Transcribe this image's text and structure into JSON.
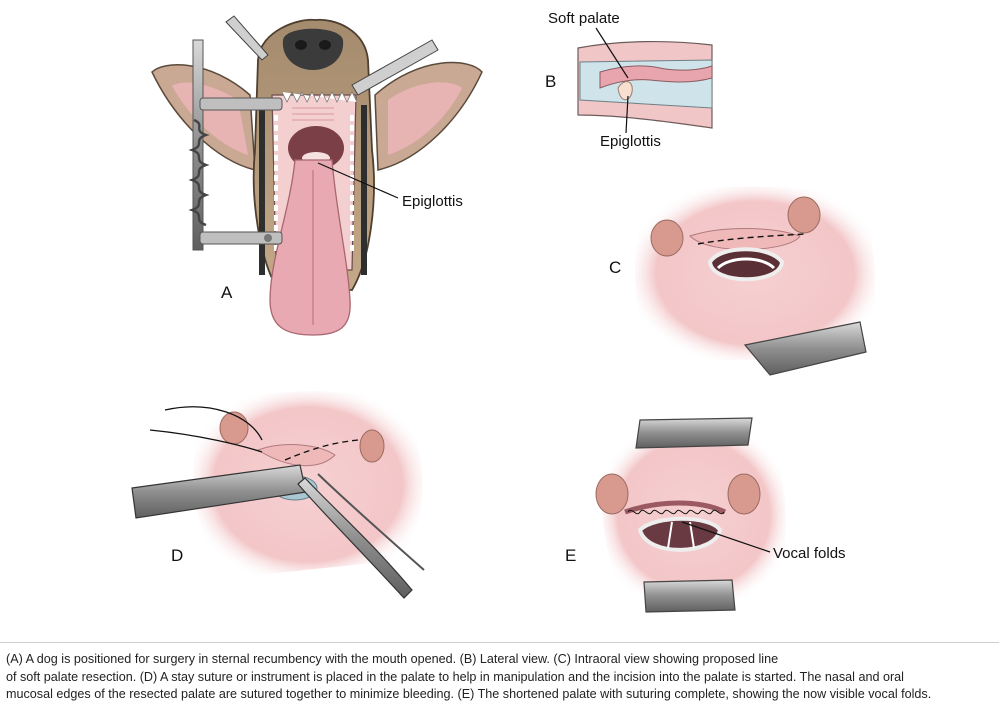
{
  "panels": {
    "a": {
      "letter": "A",
      "callout": "Epiglottis"
    },
    "b": {
      "letter": "B",
      "callout_top": "Soft palate",
      "callout_bottom": "Epiglottis"
    },
    "c": {
      "letter": "C"
    },
    "d": {
      "letter": "D"
    },
    "e": {
      "letter": "E",
      "callout": "Vocal folds"
    }
  },
  "caption": {
    "line1": "(A) A dog is positioned for surgery in sternal recumbency with the mouth opened. (B) Lateral view. (C) Intraoral view showing proposed line",
    "line2": "of soft palate resection. (D) A stay suture or instrument is placed in the palate to help in manipulation and the incision into the palate is started. The nasal and oral",
    "line3": "mucosal edges of the resected palate are sutured together to minimize bleeding. (E) The shortened palate with suturing complete, showing the now visible vocal folds."
  },
  "colors": {
    "fur": "#b49a7c",
    "tongue": "#e8a9b2",
    "tissue": "#f2c4c4",
    "metal": "#9a9a9a"
  }
}
